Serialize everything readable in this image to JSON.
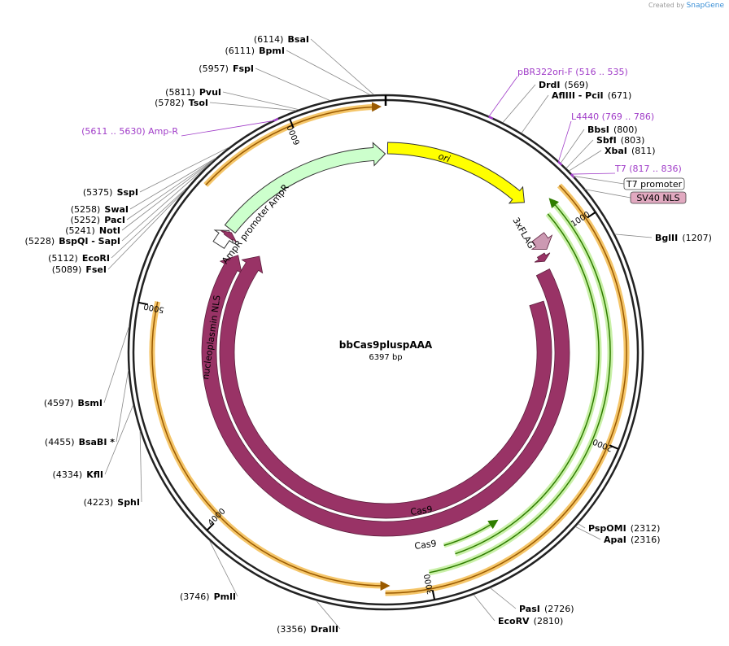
{
  "header": {
    "created_by": "Created by",
    "brand": "SnapGene"
  },
  "plasmid": {
    "name": "bbCas9pluspAAA",
    "length": 6397,
    "length_label": "6397 bp"
  },
  "ticks": [
    {
      "label": "1000",
      "bp": 1000
    },
    {
      "label": "2000",
      "bp": 2000
    },
    {
      "label": "3000",
      "bp": 3000
    },
    {
      "label": "4000",
      "bp": 4000
    },
    {
      "label": "5000",
      "bp": 5000
    },
    {
      "label": "6000",
      "bp": 6000
    }
  ],
  "sites": [
    {
      "pos": "(6114)",
      "name": "BsaI",
      "bp": 6350
    },
    {
      "pos": "(6111)",
      "name": "BpmI",
      "bp": 6336
    },
    {
      "pos": "(5957)",
      "name": "FspI",
      "bp": 6175
    },
    {
      "pos": "(5811)",
      "name": "PvuI",
      "bp": 6046
    },
    {
      "pos": "(5782)",
      "name": "TsoI",
      "bp": 6035
    },
    {
      "pos": "(5375)",
      "name": "SspI",
      "bp": 5735
    },
    {
      "pos": "(5258)",
      "name": "SwaI",
      "bp": 5668
    },
    {
      "pos": "(5252)",
      "name": "PacI",
      "bp": 5661
    },
    {
      "pos": "(5241)",
      "name": "NotI",
      "bp": 5652
    },
    {
      "pos": "(5228)",
      "name": "BspQI",
      "extra": "- SapI",
      "bp": 5641
    },
    {
      "pos": "(5112)",
      "name": "EcoRI",
      "bp": 5509
    },
    {
      "pos": "(5089)",
      "name": "FseI",
      "bp": 5490
    },
    {
      "pos": "(4597)",
      "name": "BsmI",
      "bp": 4901
    },
    {
      "pos": "(4455)",
      "name": "BsaBI *",
      "bp": 4727
    },
    {
      "pos": "(4334)",
      "name": "KflI",
      "bp": 4588
    },
    {
      "pos": "(4223)",
      "name": "SphI",
      "bp": 4482
    },
    {
      "pos": "(3746)",
      "name": "PmlI",
      "bp": 3964
    },
    {
      "pos": "(3356)",
      "name": "DraIII",
      "bp": 3476
    },
    {
      "pos": "(2726)",
      "name": "PasI",
      "bp": 2773
    },
    {
      "pos": "(2810)",
      "name": "EcoRV",
      "bp": 2844
    },
    {
      "pos": "(2312)",
      "name": "PspOMI",
      "bp": 2340
    },
    {
      "pos": "(2316)",
      "name": "ApaI",
      "bp": 2356
    },
    {
      "pos": "(1207)",
      "name": "BglII",
      "bp": 1115
    },
    {
      "pos": "(569)",
      "name": "DrdI",
      "bp": 480
    },
    {
      "pos": "(671)",
      "name": "AflIII",
      "extra": "- PciI",
      "bp": 565
    },
    {
      "pos": "(800)",
      "name": "BbsI",
      "bp": 760
    },
    {
      "pos": "(803)",
      "name": "SbfI",
      "bp": 790
    },
    {
      "pos": "(811)",
      "name": "XbaI",
      "bp": 805
    }
  ],
  "primers": [
    {
      "label": "pBR322ori-F",
      "range": "(516 .. 535)",
      "bp": 420
    },
    {
      "label": "L4440",
      "range": "(769 .. 786)",
      "bp": 750
    },
    {
      "label": "T7",
      "range": "(817 .. 836)",
      "bp": 820
    },
    {
      "label": "Amp-R",
      "range": "(5611 .. 5630)",
      "bp": 5940
    }
  ],
  "boxed_labels": [
    {
      "label": "T7 promoter",
      "color": "#ffffff",
      "bp": 830
    },
    {
      "label": "SV40 NLS",
      "color": "#e1a9c0",
      "bp": 900
    }
  ],
  "features": [
    {
      "label": "ori",
      "color": "#ffff00",
      "ring": 1
    },
    {
      "label": "AmpR",
      "color": "#ccffcc",
      "ring": 1
    },
    {
      "label": "AmpR promoter",
      "color": "#ffffff",
      "ring": 1
    },
    {
      "label": "Cas9",
      "color": "#993366",
      "ring": 3
    },
    {
      "label": "Cas9",
      "color": "#993366",
      "ring": 4
    },
    {
      "label": "3xFLAG",
      "color": "#cc99b2",
      "ring": 3
    },
    {
      "label": "nucleoplasmin NLS",
      "color": "#993366",
      "ring": 3
    }
  ],
  "colors": {
    "backbone": "#222222",
    "orange_band": "#f5c66a",
    "orange_line": "#9a5a00",
    "green_band": "#c9f0a8",
    "green_line": "#2f7d00",
    "cas9": "#993366",
    "ori": "#ffff00",
    "ampr": "#ccffcc",
    "primer": "#a03cc8"
  }
}
